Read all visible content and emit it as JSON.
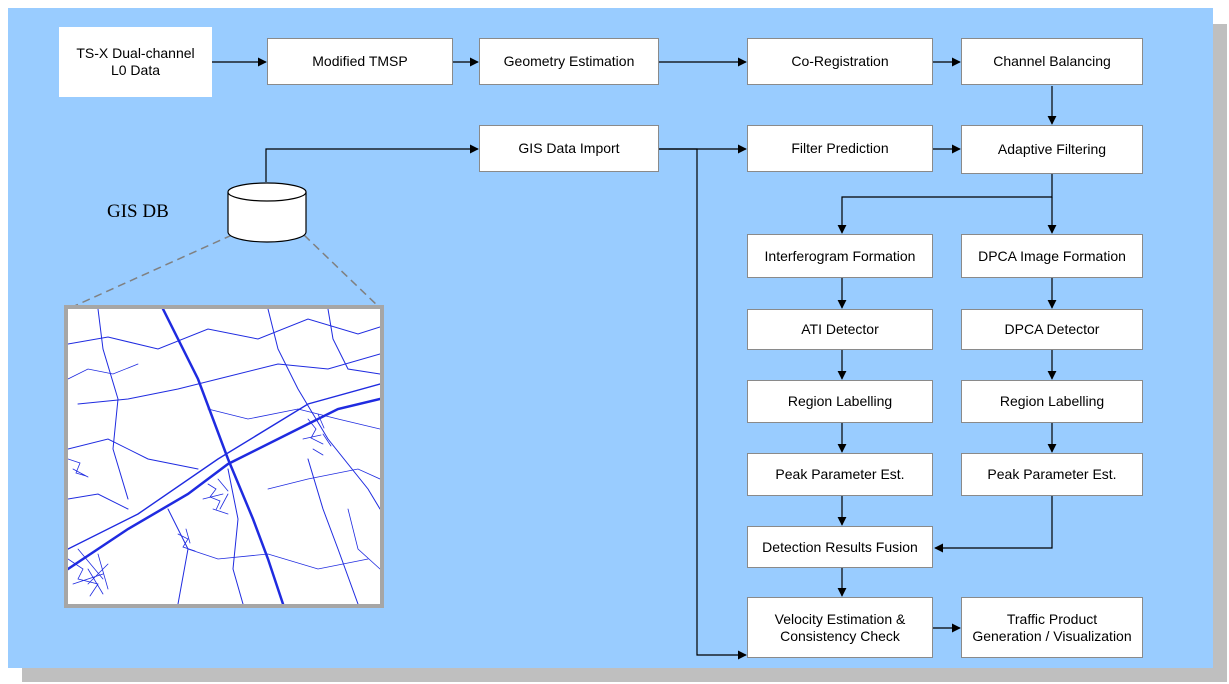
{
  "diagram": {
    "gis_db_label": "GIS DB",
    "nodes": {
      "ts_x_data": "TS-X Dual-channel\nL0 Data",
      "modified_tmsp": "Modified TMSP",
      "geometry_estimation": "Geometry Estimation",
      "co_registration": "Co-Registration",
      "channel_balancing": "Channel Balancing",
      "gis_data_import": "GIS Data Import",
      "filter_prediction": "Filter Prediction",
      "adaptive_filtering": "Adaptive Filtering",
      "interferogram_formation": "Interferogram Formation",
      "dpca_image_formation": "DPCA Image Formation",
      "ati_detector": "ATI Detector",
      "dpca_detector": "DPCA Detector",
      "region_labelling_left": "Region Labelling",
      "region_labelling_right": "Region Labelling",
      "peak_parameter_left": "Peak Parameter Est.",
      "peak_parameter_right": "Peak Parameter Est.",
      "detection_results_fusion": "Detection Results Fusion",
      "velocity_estimation": "Velocity Estimation &\nConsistency Check",
      "traffic_product": "Traffic Product\nGeneration / Visualization"
    },
    "colors": {
      "background": "#99ccff",
      "shadow": "#bfbfbf",
      "box_fill": "#ffffff",
      "box_border": "#8a8a8a",
      "map_road": "#1f2be0",
      "map_frame": "#a6a6a6"
    }
  }
}
